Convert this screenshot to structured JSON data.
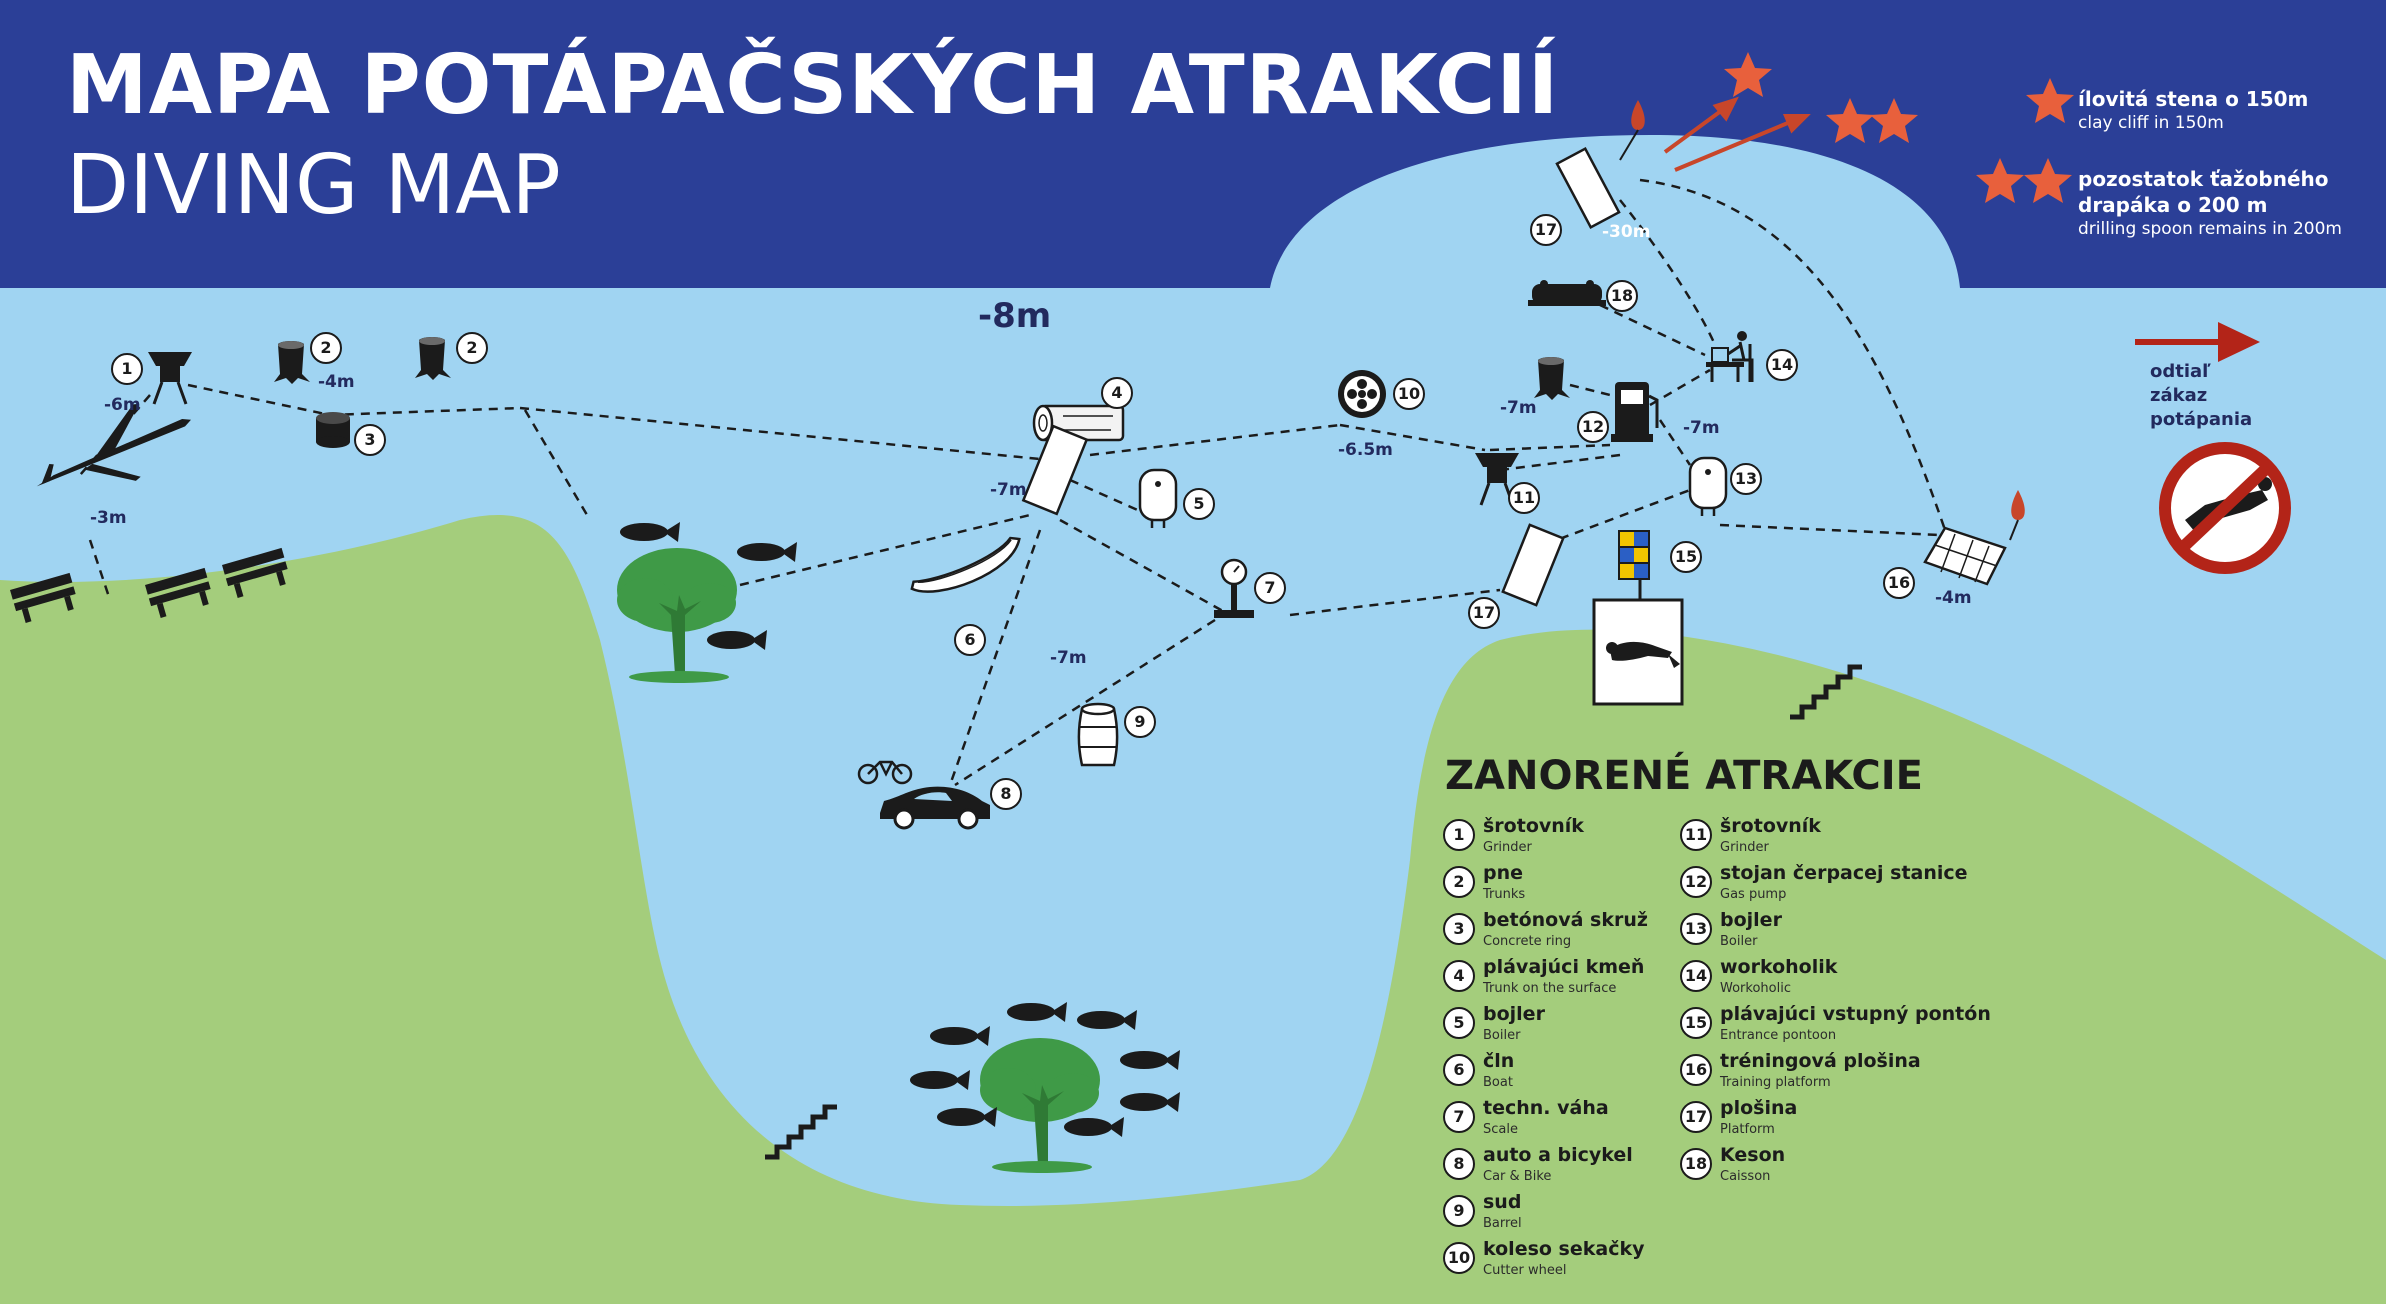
{
  "header": {
    "title": "MAPA POTÁPAČSKÝCH ATRAKCIÍ",
    "subtitle": "DIVING MAP"
  },
  "colors": {
    "header_blue": "#2b3f97",
    "water": "#a0d4f2",
    "land": "#a4cd7c",
    "star": "#e8603c",
    "arrow": "#c8462a",
    "tree": "#3f9a47",
    "ink": "#1b1b1b",
    "no_dive_red": "#b32418"
  },
  "depths": {
    "d8": "-8m",
    "d6_tl": "-6m",
    "d4_top": "-4m",
    "d3": "-3m",
    "d7_center": "-7m",
    "d7_mid": "-7m",
    "d6_5": "-6.5m",
    "d7_right": "-7m",
    "d7_pump": "-7m",
    "d30": "-30m",
    "d4_right": "-4m"
  },
  "star_notes": [
    {
      "title": "ílovitá stena o 150m",
      "sub": "clay cliff in 150m"
    },
    {
      "title": "pozostatok ťažobného",
      "title2": "drapáka o 200 m",
      "sub": "drilling spoon remains in 200m"
    }
  ],
  "no_diving": {
    "line1": "odtiaľ",
    "line2": "zákaz",
    "line3": "potápania",
    "icon": "no-diving-sign-icon"
  },
  "markers": [
    "1",
    "2",
    "2",
    "3",
    "4",
    "5",
    "6",
    "7",
    "8",
    "9",
    "10",
    "11",
    "12",
    "13",
    "14",
    "15",
    "16",
    "17",
    "17",
    "18"
  ],
  "legend": {
    "title": "ZANORENÉ ATRAKCIE",
    "items": [
      {
        "num": "1",
        "name": "šrotovník",
        "en": "Grinder"
      },
      {
        "num": "2",
        "name": "pne",
        "en": "Trunks"
      },
      {
        "num": "3",
        "name": "betónová skruž",
        "en": "Concrete ring"
      },
      {
        "num": "4",
        "name": "plávajúci kmeň",
        "en": "Trunk on the surface"
      },
      {
        "num": "5",
        "name": "bojler",
        "en": "Boiler"
      },
      {
        "num": "6",
        "name": "čln",
        "en": "Boat"
      },
      {
        "num": "7",
        "name": "techn. váha",
        "en": "Scale"
      },
      {
        "num": "8",
        "name": "auto a bicykel",
        "en": "Car & Bike"
      },
      {
        "num": "9",
        "name": "sud",
        "en": "Barrel"
      },
      {
        "num": "10",
        "name": "koleso sekačky",
        "en": "Cutter wheel"
      },
      {
        "num": "11",
        "name": "šrotovník",
        "en": "Grinder"
      },
      {
        "num": "12",
        "name": "stojan čerpacej stanice",
        "en": "Gas pump"
      },
      {
        "num": "13",
        "name": "bojler",
        "en": "Boiler"
      },
      {
        "num": "14",
        "name": "workoholik",
        "en": "Workoholic"
      },
      {
        "num": "15",
        "name": "plávajúci vstupný pontón",
        "en": "Entrance pontoon"
      },
      {
        "num": "16",
        "name": "tréningová plošina",
        "en": "Training platform"
      },
      {
        "num": "17",
        "name": "plošina",
        "en": "Platform"
      },
      {
        "num": "18",
        "name": "Keson",
        "en": "Caisson"
      }
    ]
  }
}
